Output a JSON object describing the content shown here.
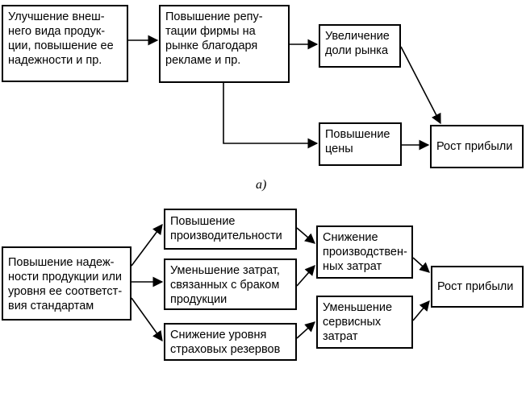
{
  "diagram_a": {
    "caption": "а)",
    "nodes": {
      "improve_appearance": "Улучшение внеш-\nнего вида продук-\nции, повышение ее\nнадежности и пр.",
      "raise_reputation": "Повышение репу-\nтации фирмы на\nрынке благодаря\nрекламе и пр.",
      "market_share": "Увеличение\nдоли рынка",
      "price_increase": "Повышение\nцены",
      "profit_growth": "Рост прибыли"
    }
  },
  "diagram_b": {
    "nodes": {
      "raise_reliability": "Повышение надеж-\nности продукции или\nуровня ее соответст-\nвия стандартам",
      "productivity": "Повышение\nпроизводительности",
      "defect_costs": "Уменьшение затрат,\nсвязанных с браком\nпродукции",
      "insurance_reserves": "Снижение уровня\nстраховых резервов",
      "production_costs": "Снижение\nпроизводствен-\nных затрат",
      "service_costs": "Уменьшение\nсервисных\nзатрат",
      "profit_growth": "Рост прибыли"
    }
  }
}
